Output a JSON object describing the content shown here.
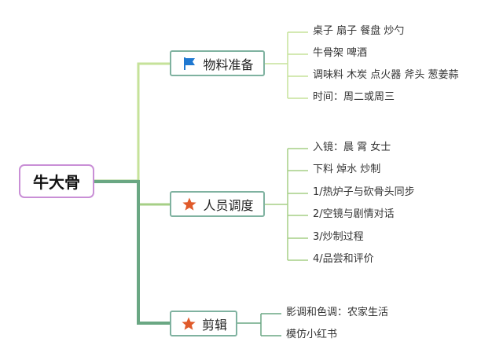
{
  "root": {
    "label": "牛大骨"
  },
  "branches": [
    {
      "label": "物料准备",
      "icon": "blue-flag-icon",
      "items": [
        "桌子 扇子 餐盘 炒勺",
        "牛骨架 啤酒",
        "调味料 木炭 点火器 斧头 葱姜蒜",
        "时间：周二或周三"
      ]
    },
    {
      "label": "人员调度",
      "icon": "orange-star-icon",
      "items": [
        "入镜：晨 霄 女士",
        "下料 焯水 炒制",
        "1/热炉子与砍骨头同步",
        "2/空镜与剧情对话",
        "3/炒制过程",
        "4/品尝和评价"
      ]
    },
    {
      "label": "剪辑",
      "icon": "orange-star-icon",
      "items": [
        "影调和色调：农家生活",
        "模仿小红书"
      ]
    }
  ],
  "colors": {
    "branch1": "#c6e29a",
    "branch2": "#a6cf86",
    "branch3": "#6aa783",
    "root_border": "#c98fd6",
    "flag": "#1f78d1",
    "star": "#e05a2a"
  }
}
